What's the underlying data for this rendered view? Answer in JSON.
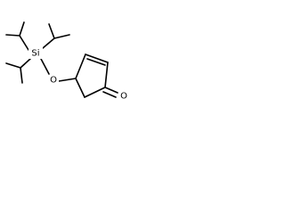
{
  "molecule": {
    "atoms": {
      "silicon": "Si",
      "ether_oxygen": "O",
      "carbonyl_oxygen": "O"
    },
    "colors": {
      "bond": "#000000",
      "label": "#000000",
      "background": "#ffffff"
    }
  }
}
